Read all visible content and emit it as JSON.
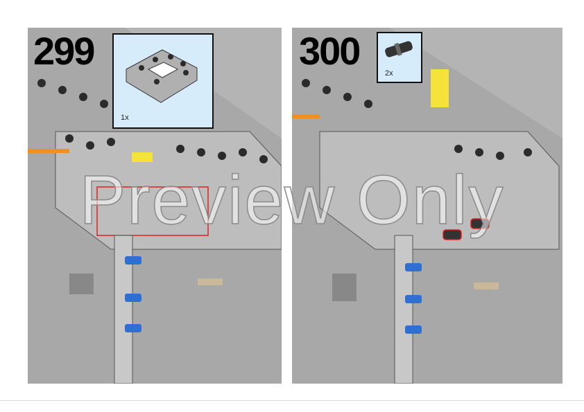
{
  "steps": [
    {
      "number": "299",
      "callout": {
        "part": "technic-brick-4x4-open-center",
        "quantity": "1x"
      }
    },
    {
      "number": "300",
      "callout": {
        "part": "technic-pin-connector",
        "quantity": "2x"
      }
    }
  ],
  "watermark": "Preview Only",
  "colors": {
    "brick_gray": "#a9a9a9",
    "stud_dark": "#2b2b2b",
    "callout_bg": "#d6ecfb",
    "pin_blue": "#2f6fd1",
    "highlight_red": "#e02020",
    "yellow": "#f5e23a",
    "orange": "#f0901e"
  }
}
